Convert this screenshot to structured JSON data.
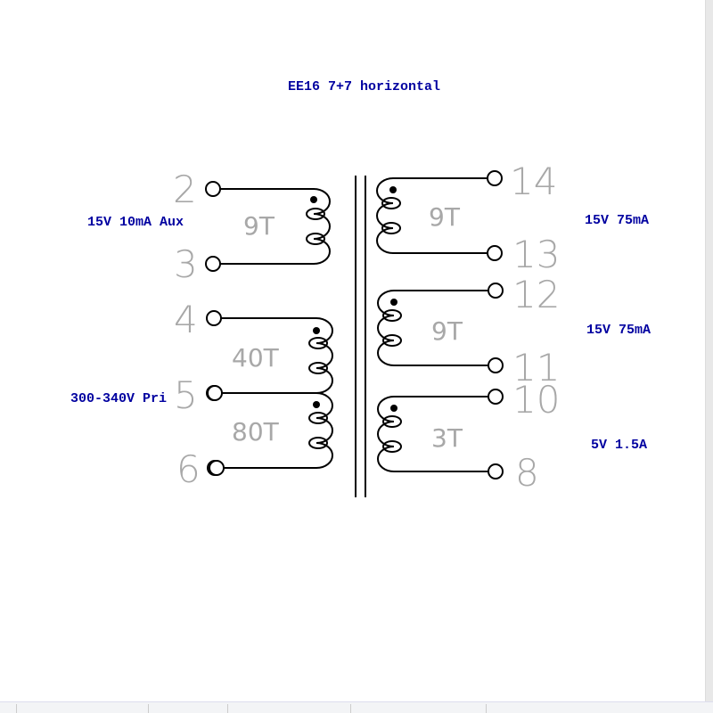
{
  "title": "EE16 7+7 horizontal",
  "primary_side": {
    "windings": [
      {
        "label": "15V 10mA Aux",
        "turns": "9T",
        "start_pin": "2",
        "end_pin": "3"
      },
      {
        "label": "300-340V Pri",
        "turns": "40T",
        "start_pin": "4",
        "end_pin": "5"
      },
      {
        "turns": "80T",
        "start_pin": "5",
        "end_pin": "6"
      }
    ]
  },
  "secondary_side": {
    "windings": [
      {
        "label": "15V 75mA",
        "turns": "9T",
        "start_pin": "14",
        "end_pin": "13"
      },
      {
        "label": "15V 75mA",
        "turns": "9T",
        "start_pin": "12",
        "end_pin": "11"
      },
      {
        "label": "5V 1.5A",
        "turns": "3T",
        "start_pin": "10",
        "end_pin": "8"
      }
    ]
  }
}
